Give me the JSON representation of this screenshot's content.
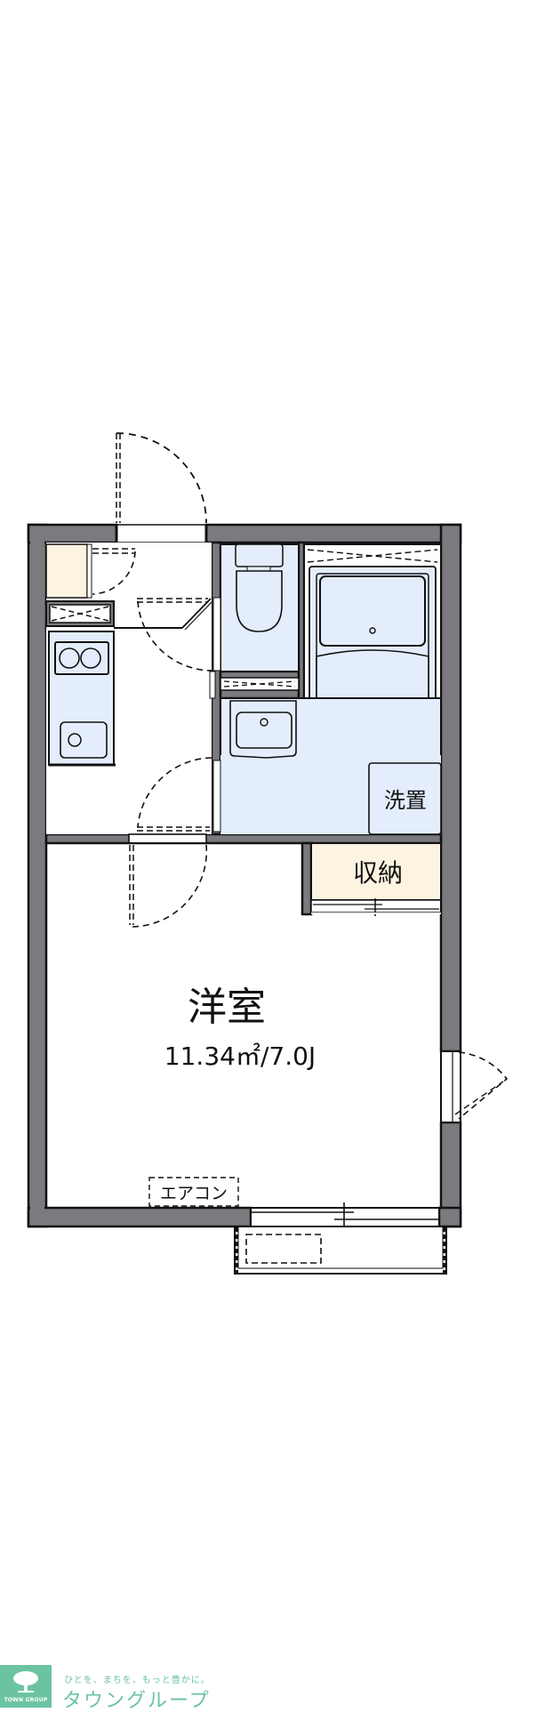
{
  "floor_plan": {
    "rooms": {
      "western_room": {
        "name": "洋室",
        "area": "11.34㎡/7.0J"
      },
      "wash_space": {
        "label": "洗置"
      },
      "storage": {
        "label": "収納"
      },
      "air_conditioner": {
        "label": "エアコン"
      }
    },
    "colors": {
      "wall": "#7b7a7f",
      "wet_area": "#e3edfb",
      "storage_fill": "#fdf3e1",
      "line": "#111111"
    }
  },
  "footer": {
    "logo_caption": "TOWN GROUP",
    "tagline": "ひとを、まちを、もっと豊かに。",
    "brand_name": "タウングループ",
    "brand_color": "#6cc3a2"
  }
}
